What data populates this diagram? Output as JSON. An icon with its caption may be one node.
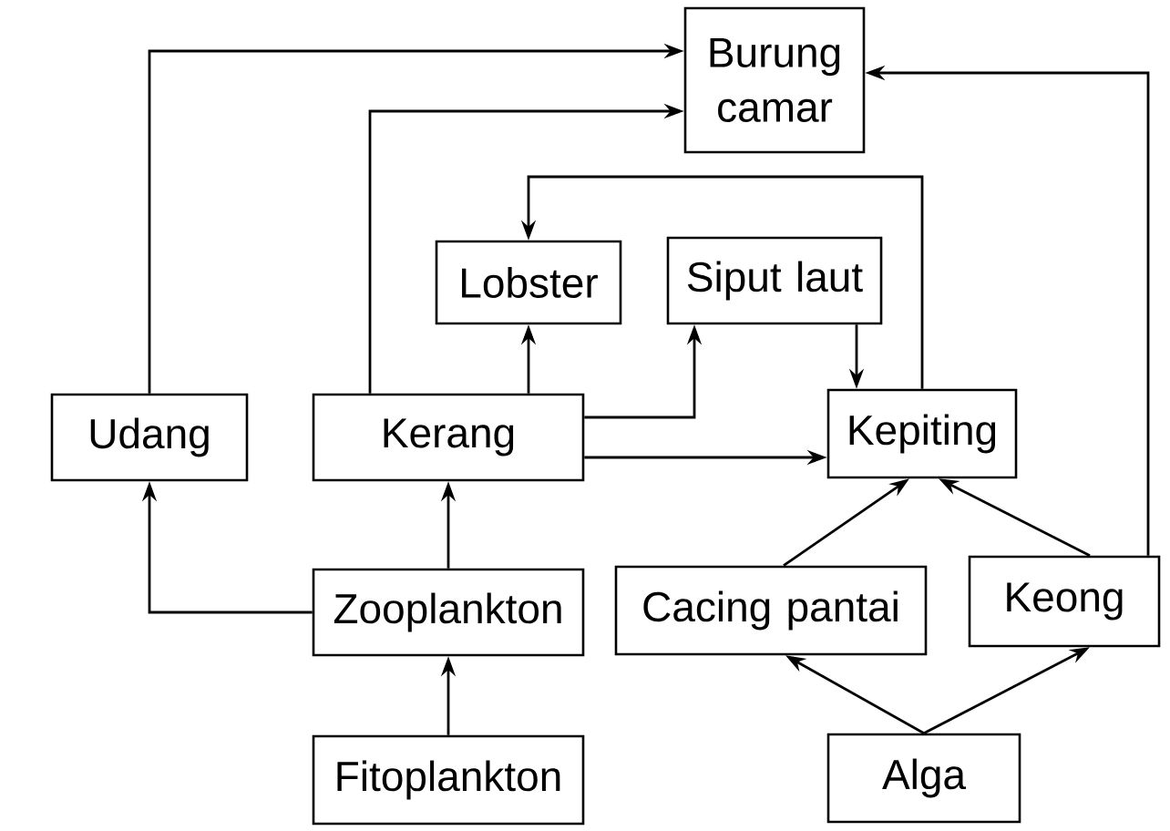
{
  "diagram": {
    "nodes": [
      {
        "text": [
          "Burung camar"
        ]
      },
      {
        "text": [
          "Lobster"
        ]
      },
      {
        "text": [
          "Siput laut"
        ]
      },
      {
        "text": [
          "Udang"
        ]
      },
      {
        "text": [
          "Kerang"
        ]
      },
      {
        "text": [
          "Kepiting"
        ]
      },
      {
        "text": [
          "Zooplankton"
        ]
      },
      {
        "text": [
          "Cacing pantai"
        ]
      },
      {
        "text": [
          "Keong"
        ]
      },
      {
        "text": [
          "Fitoplankton"
        ]
      },
      {
        "text": [
          "Alga"
        ]
      }
    ],
    "edges": [
      {
        "from": 3,
        "to": 0,
        "arrow": "to"
      },
      {
        "from": 4,
        "to": 0,
        "arrow": "to"
      },
      {
        "from": 8,
        "to": 0,
        "arrow": "to"
      },
      {
        "from": 5,
        "to": 1,
        "arrow": "to"
      },
      {
        "from": 4,
        "to": 1,
        "arrow": "to"
      },
      {
        "from": 4,
        "to": 2,
        "arrow": "to"
      },
      {
        "from": 2,
        "to": 5,
        "arrow": "to"
      },
      {
        "from": 4,
        "to": 5,
        "arrow": "to"
      },
      {
        "from": 6,
        "to": 3,
        "arrow": "to"
      },
      {
        "from": 6,
        "to": 4,
        "arrow": "to"
      },
      {
        "from": 9,
        "to": 6,
        "arrow": "to"
      },
      {
        "from": 7,
        "to": 5,
        "arrow": "to"
      },
      {
        "from": 8,
        "to": 5,
        "arrow": "to"
      },
      {
        "from": 10,
        "to": 7,
        "arrow": "to"
      },
      {
        "from": 10,
        "to": 8,
        "arrow": "to"
      }
    ]
  }
}
